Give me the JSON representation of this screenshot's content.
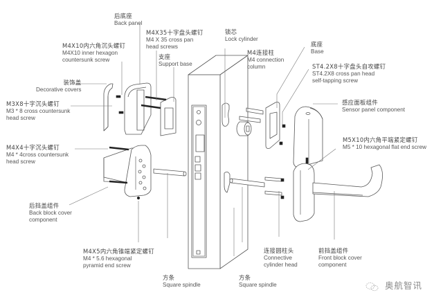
{
  "diagram": {
    "title": "Smart lock exploded view",
    "labels": {
      "back_panel": {
        "cn": "后底座",
        "en": "Back panel"
      },
      "m4x10_screw": {
        "cn": "M4X10内六角沉头螺钉",
        "en1": "M4X10 inner hexagon",
        "en2": "countersunk screw"
      },
      "m4x35_screw": {
        "cn": "M4X35十字盘头螺钉",
        "en1": "M4 X 35 cross pan",
        "en2": "head screws"
      },
      "support_base": {
        "cn": "支座",
        "en": "Support base"
      },
      "decorative_covers": {
        "cn": "装饰盖",
        "en": "Decorative covers"
      },
      "m3x8_screw": {
        "cn": "M3X8十字沉头螺钉",
        "en1": "M3 * 8 cross countersunk",
        "en2": "head screw"
      },
      "m4x4_screw": {
        "cn": "M4X4十字沉头螺钉",
        "en1": "M4 * 4cross countersunk",
        "en2": "head screw"
      },
      "back_block_cover": {
        "cn": "后挡盖组件",
        "en1": "Back block cover",
        "en2": "component"
      },
      "m4x5_screw": {
        "cn": "M4X5内六角锥端紧定螺钉",
        "en1": "M4 * 5.6 hexagonal",
        "en2": "pyramid end screw"
      },
      "square_spindle_left": {
        "cn": "方条",
        "en": "Square spindle"
      },
      "lock_cylinder": {
        "cn": "锁芯",
        "en": "Lock cylinder"
      },
      "m4_connection_column": {
        "cn": "M4连接柱",
        "en1": "M4 connection",
        "en2": "column"
      },
      "base": {
        "cn": "底座",
        "en": "Base"
      },
      "st42x8_screw": {
        "cn": "ST4.2X8十字盘头自攻螺钉",
        "en1": "ST4.2X8 cross pan head",
        "en2": "self-tapping screw"
      },
      "sensor_panel": {
        "cn": "感应面板组件",
        "en": "Sensor panel component"
      },
      "m5x10_screw": {
        "cn": "M5X10内六角平端紧定螺钉",
        "en": "M5 * 10 hexagonal flat end screw"
      },
      "square_spindle_right": {
        "cn": "方条",
        "en": "Square spindle"
      },
      "connective_cylinder_head": {
        "cn": "连接圆柱头",
        "en1": "Connective",
        "en2": "cylinder head"
      },
      "front_block_cover": {
        "cn": "前挡盖组件",
        "en1": "Front block cover",
        "en2": "component"
      }
    },
    "watermark": "奥航智讯",
    "colors": {
      "line": "#555555",
      "leader": "#777777",
      "screw": "#222222",
      "text": "#555555"
    }
  }
}
